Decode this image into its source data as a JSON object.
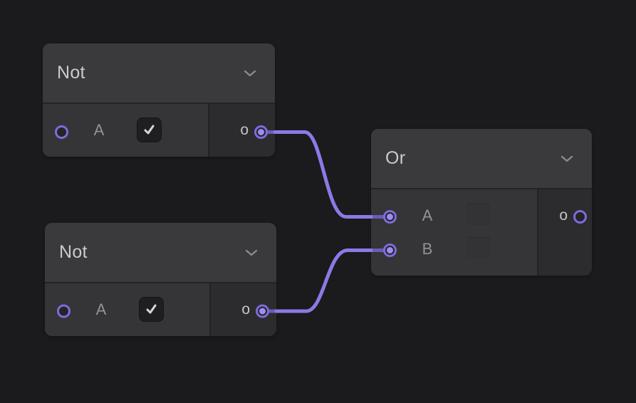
{
  "colors": {
    "background": "#1b1a1c",
    "node_header": "#3a393b",
    "node_body": "#353437",
    "node_output_section": "#2c2b2e",
    "divider": "#232224",
    "wire": "#8a7ae6",
    "wire_stub": "#6a5db2",
    "port_ring": "#7e6bdd",
    "port_dot": "#9e8df0",
    "port_fill": "#252427",
    "title_text": "#cbcacd",
    "label_text": "#939296",
    "output_label_text": "#c6c5c8",
    "chevron": "#8a898c",
    "checkmark": "#d8d7d9"
  },
  "nodes": [
    {
      "title": "Not",
      "inputs": [
        {
          "label": "A",
          "control": "checkbox",
          "checked": true,
          "connected": false
        }
      ],
      "outputs": [
        {
          "label": "o",
          "connected": true
        }
      ]
    },
    {
      "title": "Not",
      "inputs": [
        {
          "label": "A",
          "control": "checkbox",
          "checked": true,
          "connected": false
        }
      ],
      "outputs": [
        {
          "label": "o",
          "connected": true
        }
      ]
    },
    {
      "title": "Or",
      "inputs": [
        {
          "label": "A",
          "control": "checkbox-disabled",
          "connected": true
        },
        {
          "label": "B",
          "control": "checkbox-disabled",
          "connected": true
        }
      ],
      "outputs": [
        {
          "label": "o",
          "connected": false
        }
      ]
    }
  ],
  "connections": [
    {
      "from": "Not(top).o",
      "to": "Or.A"
    },
    {
      "from": "Not(bottom).o",
      "to": "Or.B"
    }
  ]
}
